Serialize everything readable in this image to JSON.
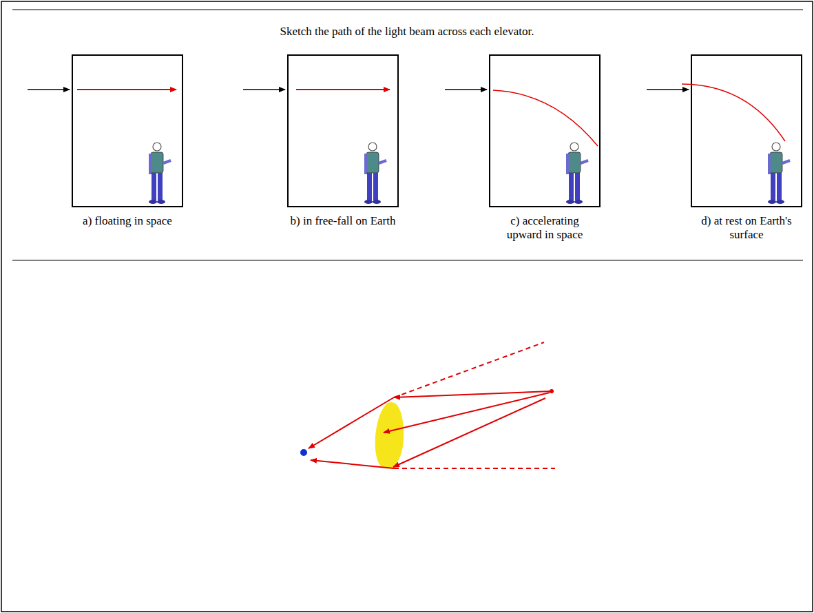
{
  "diagram": {
    "title": "Sketch the path of the light beam across each elevator.",
    "labels": [
      "a) floating in space",
      "b) in free-fall on Earth",
      "c) accelerating upward in space",
      "d) at rest on Earth's surface"
    ]
  }
}
